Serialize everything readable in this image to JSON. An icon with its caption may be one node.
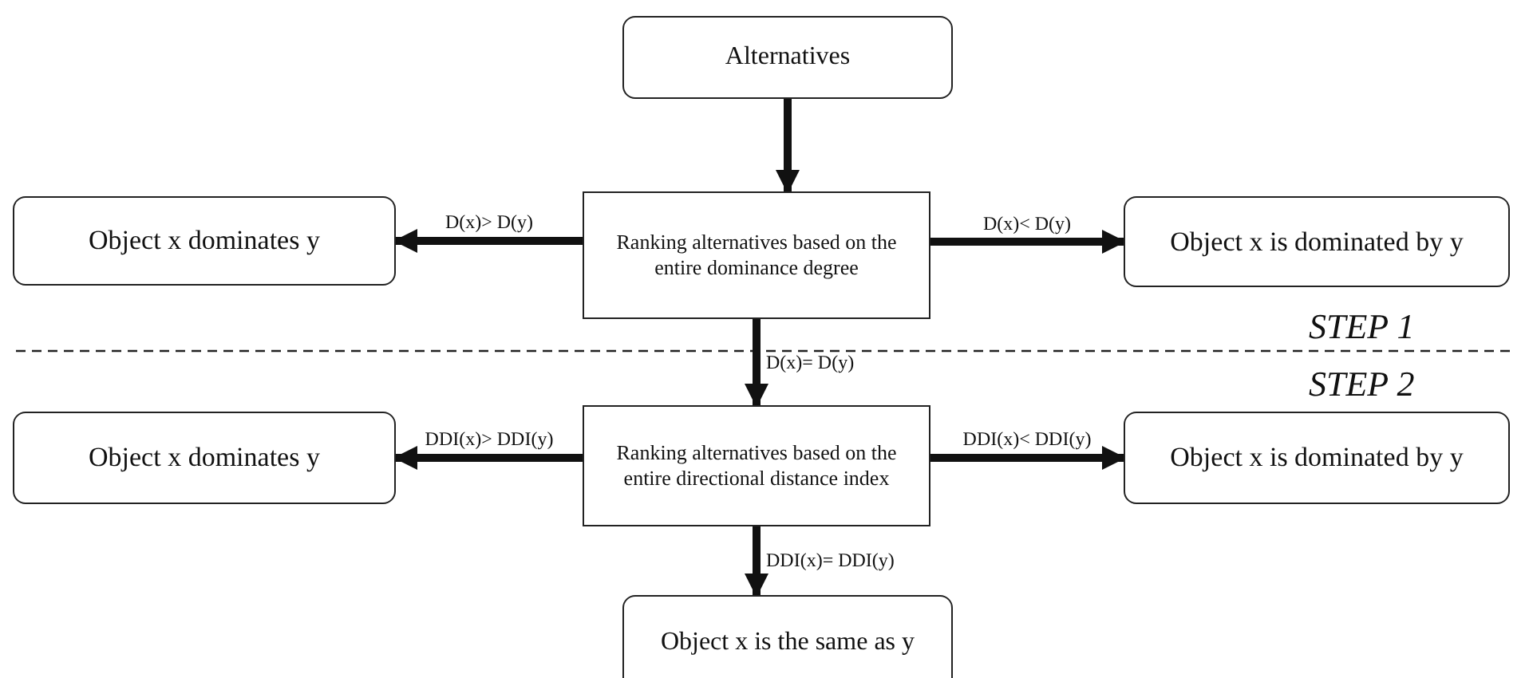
{
  "diagram": {
    "nodes": [
      {
        "text": [
          "Alternatives"
        ]
      },
      {
        "text": [
          "Ranking alternatives based on the entire dominance degree"
        ]
      },
      {
        "text": [
          "Object x dominates y"
        ]
      },
      {
        "text": [
          "Object x is dominated by y"
        ]
      },
      {
        "text": [
          "Ranking alternatives based on the entire directional distance index"
        ]
      },
      {
        "text": [
          "Object x dominates y"
        ]
      },
      {
        "text": [
          "Object x is dominated by y"
        ]
      },
      {
        "text": [
          "Object x is the same as y"
        ]
      }
    ],
    "edges": [
      {
        "from": 0,
        "to": 1,
        "arrow": "to"
      },
      {
        "from": 1,
        "to": 2,
        "arrow": "to",
        "label": "D(x)> D(y)"
      },
      {
        "from": 1,
        "to": 3,
        "arrow": "to",
        "label": "D(x)< D(y)"
      },
      {
        "from": 1,
        "to": 4,
        "arrow": "to",
        "label": "D(x)= D(y)"
      },
      {
        "from": 4,
        "to": 5,
        "arrow": "to",
        "label": "DDI(x)> DDI(y)"
      },
      {
        "from": 4,
        "to": 6,
        "arrow": "to",
        "label": "DDI(x)< DDI(y)"
      },
      {
        "from": 4,
        "to": 7,
        "arrow": "to",
        "label": "DDI(x)= DDI(y)"
      }
    ],
    "labels": [
      "STEP 1",
      "STEP 2"
    ]
  }
}
